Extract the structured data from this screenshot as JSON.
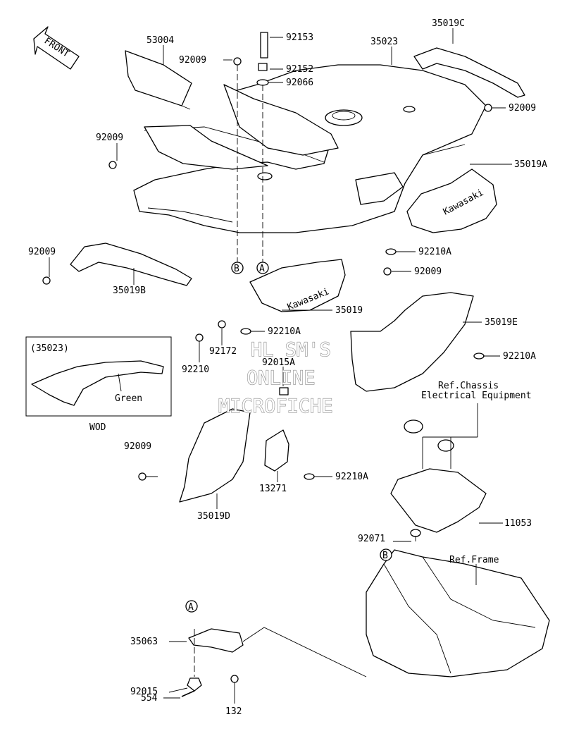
{
  "labels": {
    "front": "FRONT",
    "l53004": "53004",
    "l92153": "92153",
    "l92009_top": "92009",
    "l92152": "92152",
    "l92066": "92066",
    "l35023": "35023",
    "l35019C": "35019C",
    "l92009_right": "92009",
    "l92009_left": "92009",
    "l35019A": "35019A",
    "l92009_mid_left": "92009",
    "l35019B": "35019B",
    "l92210A_1": "92210A",
    "l92009_mid_right": "92009",
    "l35019": "35019",
    "l92210A_2": "92210A",
    "l35019E": "35019E",
    "l92210A_3": "92210A",
    "l92172": "92172",
    "l92210": "92210",
    "l92015A": "92015A",
    "inset_ref": "(35023)",
    "inset_green": "Green",
    "inset_caption": "WOD",
    "l92009_low": "92009",
    "l92210A_4": "92210A",
    "l13271": "13271",
    "l35019D": "35019D",
    "ref_chassis_1": "Ref.Chassis",
    "ref_chassis_2": "Electrical Equipment",
    "l11053": "11053",
    "l92071": "92071",
    "ref_frame": "Ref.Frame",
    "l35063": "35063",
    "l92015": "92015",
    "l554": "554",
    "l132": "132",
    "marker_A": "A",
    "marker_B": "B",
    "kawasaki": "Kawasaki",
    "watermark_1": "HL SM'S",
    "watermark_2": "ONLINE",
    "watermark_3": "MICROFICHE"
  }
}
